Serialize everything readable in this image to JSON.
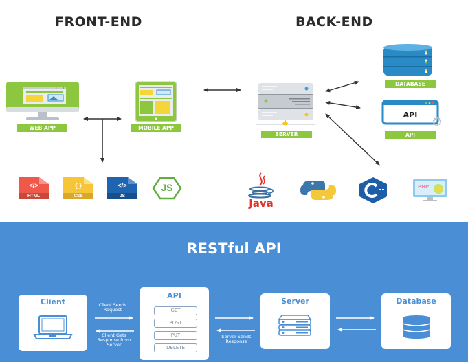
{
  "top": {
    "frontend_heading": "FRONT-END",
    "backend_heading": "BACK-END",
    "frontend_nodes": [
      {
        "id": "web-app",
        "label": "WEB APP",
        "icon": "desktop-monitor-icon"
      },
      {
        "id": "mobile-app",
        "label": "MOBILE APP",
        "icon": "tablet-icon"
      }
    ],
    "frontend_tech": [
      {
        "label": "HTML",
        "glyph": "</>",
        "color": "#f0584a"
      },
      {
        "label": "CSS",
        "glyph": "{ }",
        "color": "#f7c638"
      },
      {
        "label": "JS",
        "glyph": "</>",
        "color": "#1f64b0"
      },
      {
        "label": "JS",
        "glyph": "nodejs",
        "color": "#5fae3e"
      }
    ],
    "backend_nodes": [
      {
        "id": "server",
        "label": "SERVER",
        "icon": "server-rack-icon"
      },
      {
        "id": "database",
        "label": "DATABASE",
        "icon": "database-icon"
      },
      {
        "id": "api",
        "label": "API",
        "icon": "api-window-icon",
        "window_text": "API"
      }
    ],
    "backend_tech": [
      {
        "label": "Java",
        "icon": "java-icon"
      },
      {
        "label": "Python",
        "icon": "python-icon"
      },
      {
        "label": "C++",
        "icon": "cplusplus-icon"
      },
      {
        "label": "PHP",
        "icon": "php-monitor-icon"
      }
    ],
    "colors": {
      "accent_green": "#8dc63f",
      "heading": "#2b2b2b",
      "db_blue": "#2a8ac6"
    }
  },
  "rest": {
    "title": "RESTful API",
    "background": "#4a8fd6",
    "client": {
      "title": "Client"
    },
    "api": {
      "title": "API",
      "methods": [
        "GET",
        "POST",
        "PUT",
        "DELETE"
      ]
    },
    "server": {
      "title": "Server"
    },
    "database": {
      "title": "Database"
    },
    "flows": {
      "client_request": "Client Sends Request",
      "client_response": "Client Gets Response from Server",
      "server_response": "Server Sends Response"
    }
  }
}
